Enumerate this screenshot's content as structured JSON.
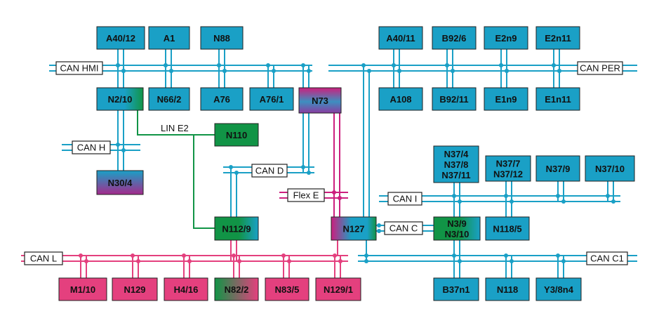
{
  "colors": {
    "blue": "#1aa0c6",
    "magenta": "#cc1f7e",
    "pink": "#e4407e",
    "green": "#119446",
    "border": "#222222"
  },
  "nodes": {
    "a40_12": {
      "lines": [
        "A40/12"
      ],
      "fill": "blue"
    },
    "a1": {
      "lines": [
        "A1"
      ],
      "fill": "blue"
    },
    "n88": {
      "lines": [
        "N88"
      ],
      "fill": "blue"
    },
    "n2_10": {
      "lines": [
        "N2/10"
      ],
      "fill": "blue-green"
    },
    "n66_2": {
      "lines": [
        "N66/2"
      ],
      "fill": "blue"
    },
    "a76": {
      "lines": [
        "A76"
      ],
      "fill": "blue"
    },
    "a76_1": {
      "lines": [
        "A76/1"
      ],
      "fill": "blue"
    },
    "n73": {
      "lines": [
        "N73"
      ],
      "fill": "magenta-blue"
    },
    "n110": {
      "lines": [
        "N110"
      ],
      "fill": "green"
    },
    "n30_4": {
      "lines": [
        "N30/4"
      ],
      "fill": "blue-magenta"
    },
    "n112_9": {
      "lines": [
        "N112/9"
      ],
      "fill": "green-blue"
    },
    "n127": {
      "lines": [
        "N127"
      ],
      "fill": "magenta-blue-green"
    },
    "a40_11": {
      "lines": [
        "A40/11"
      ],
      "fill": "blue"
    },
    "b92_6": {
      "lines": [
        "B92/6"
      ],
      "fill": "blue"
    },
    "e2n9": {
      "lines": [
        "E2n9"
      ],
      "fill": "blue"
    },
    "e2n11": {
      "lines": [
        "E2n11"
      ],
      "fill": "blue"
    },
    "a108": {
      "lines": [
        "A108"
      ],
      "fill": "blue"
    },
    "b92_11": {
      "lines": [
        "B92/11"
      ],
      "fill": "blue"
    },
    "e1n9": {
      "lines": [
        "E1n9"
      ],
      "fill": "blue"
    },
    "e1n11": {
      "lines": [
        "E1n11"
      ],
      "fill": "blue"
    },
    "n37_4": {
      "lines": [
        "N37/4",
        "N37/8",
        "N37/11"
      ],
      "fill": "blue"
    },
    "n37_7": {
      "lines": [
        "N37/7",
        "N37/12"
      ],
      "fill": "blue"
    },
    "n37_9": {
      "lines": [
        "N37/9"
      ],
      "fill": "blue"
    },
    "n37_10": {
      "lines": [
        "N37/10"
      ],
      "fill": "blue"
    },
    "n3_9": {
      "lines": [
        "N3/9",
        "N3/10"
      ],
      "fill": "green-blue"
    },
    "n118_5": {
      "lines": [
        "N118/5"
      ],
      "fill": "blue"
    },
    "b37n1": {
      "lines": [
        "B37n1"
      ],
      "fill": "blue"
    },
    "n118": {
      "lines": [
        "N118"
      ],
      "fill": "blue"
    },
    "y3_8n4": {
      "lines": [
        "Y3/8n4"
      ],
      "fill": "blue"
    },
    "m1_10": {
      "lines": [
        "M1/10"
      ],
      "fill": "pink"
    },
    "n129": {
      "lines": [
        "N129"
      ],
      "fill": "pink"
    },
    "h4_16": {
      "lines": [
        "H4/16"
      ],
      "fill": "pink"
    },
    "n82_2": {
      "lines": [
        "N82/2"
      ],
      "fill": "green-pink"
    },
    "n83_5": {
      "lines": [
        "N83/5"
      ],
      "fill": "pink"
    },
    "n129_1": {
      "lines": [
        "N129/1"
      ],
      "fill": "pink"
    }
  },
  "buses": {
    "can_hmi": "CAN HMI",
    "can_per": "CAN PER",
    "can_h": "CAN H",
    "can_d": "CAN D",
    "flex_e": "Flex E",
    "can_i": "CAN I",
    "can_c": "CAN C",
    "can_c1": "CAN C1",
    "can_l": "CAN L",
    "lin_e2": "LIN E2"
  }
}
